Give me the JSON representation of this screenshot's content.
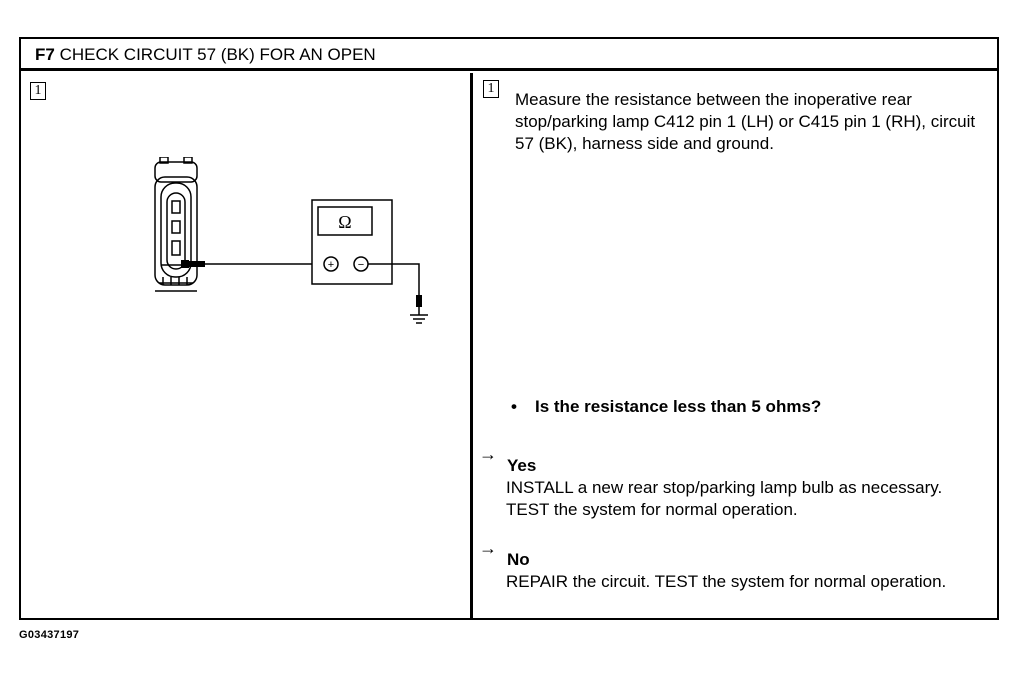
{
  "header": {
    "code": "F7",
    "title": "CHECK CIRCUIT 57 (BK) FOR AN OPEN"
  },
  "left_panel": {
    "step_number": "1",
    "diagram": {
      "meter_symbol": "Ω",
      "plus_symbol": "+",
      "minus_symbol": "−",
      "icons": [
        "connector-icon",
        "ohmmeter-icon",
        "ground-icon"
      ]
    }
  },
  "right_panel": {
    "step_number": "1",
    "instruction": "Measure the resistance between the inoperative rear stop/parking lamp C412 pin 1 (LH) or C415 pin 1 (RH), circuit 57 (BK), harness side and ground.",
    "question_bullet": "•",
    "question": "Is the resistance less than 5 ohms?",
    "answers": [
      {
        "arrow": "→",
        "label": "Yes",
        "text": "INSTALL a new rear stop/parking lamp bulb as necessary. TEST the system for normal operation."
      },
      {
        "arrow": "→",
        "label": "No",
        "text": "REPAIR the circuit. TEST the system for normal operation."
      }
    ]
  },
  "figure_id": "G03437197"
}
